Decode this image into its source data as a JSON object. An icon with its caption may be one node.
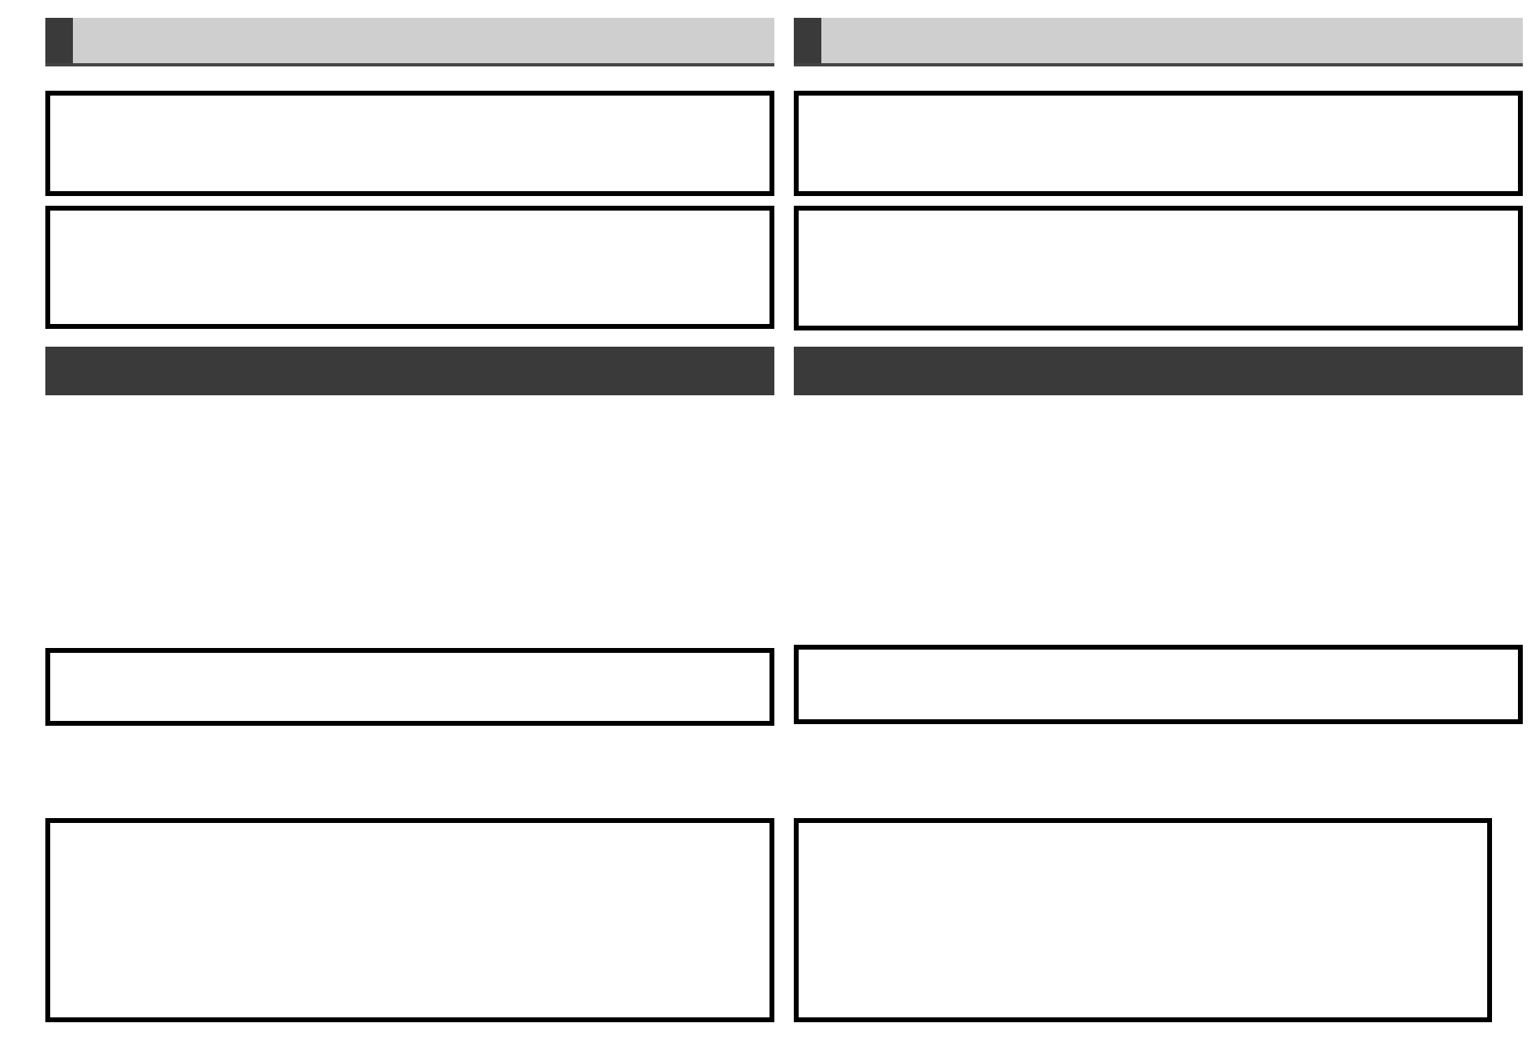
{
  "diagram": {
    "nodes": [
      {
        "text": [],
        "shape": "bar"
      },
      {
        "text": [],
        "shape": "bar"
      },
      {
        "text": [],
        "shape": "box"
      },
      {
        "text": [],
        "shape": "box"
      },
      {
        "text": [],
        "shape": "box"
      },
      {
        "text": [],
        "shape": "box"
      },
      {
        "text": [],
        "shape": "bar"
      },
      {
        "text": [],
        "shape": "bar"
      },
      {
        "text": [],
        "shape": "box"
      },
      {
        "text": [],
        "shape": "box"
      },
      {
        "text": [],
        "shape": "box"
      },
      {
        "text": [],
        "shape": "box"
      }
    ]
  }
}
